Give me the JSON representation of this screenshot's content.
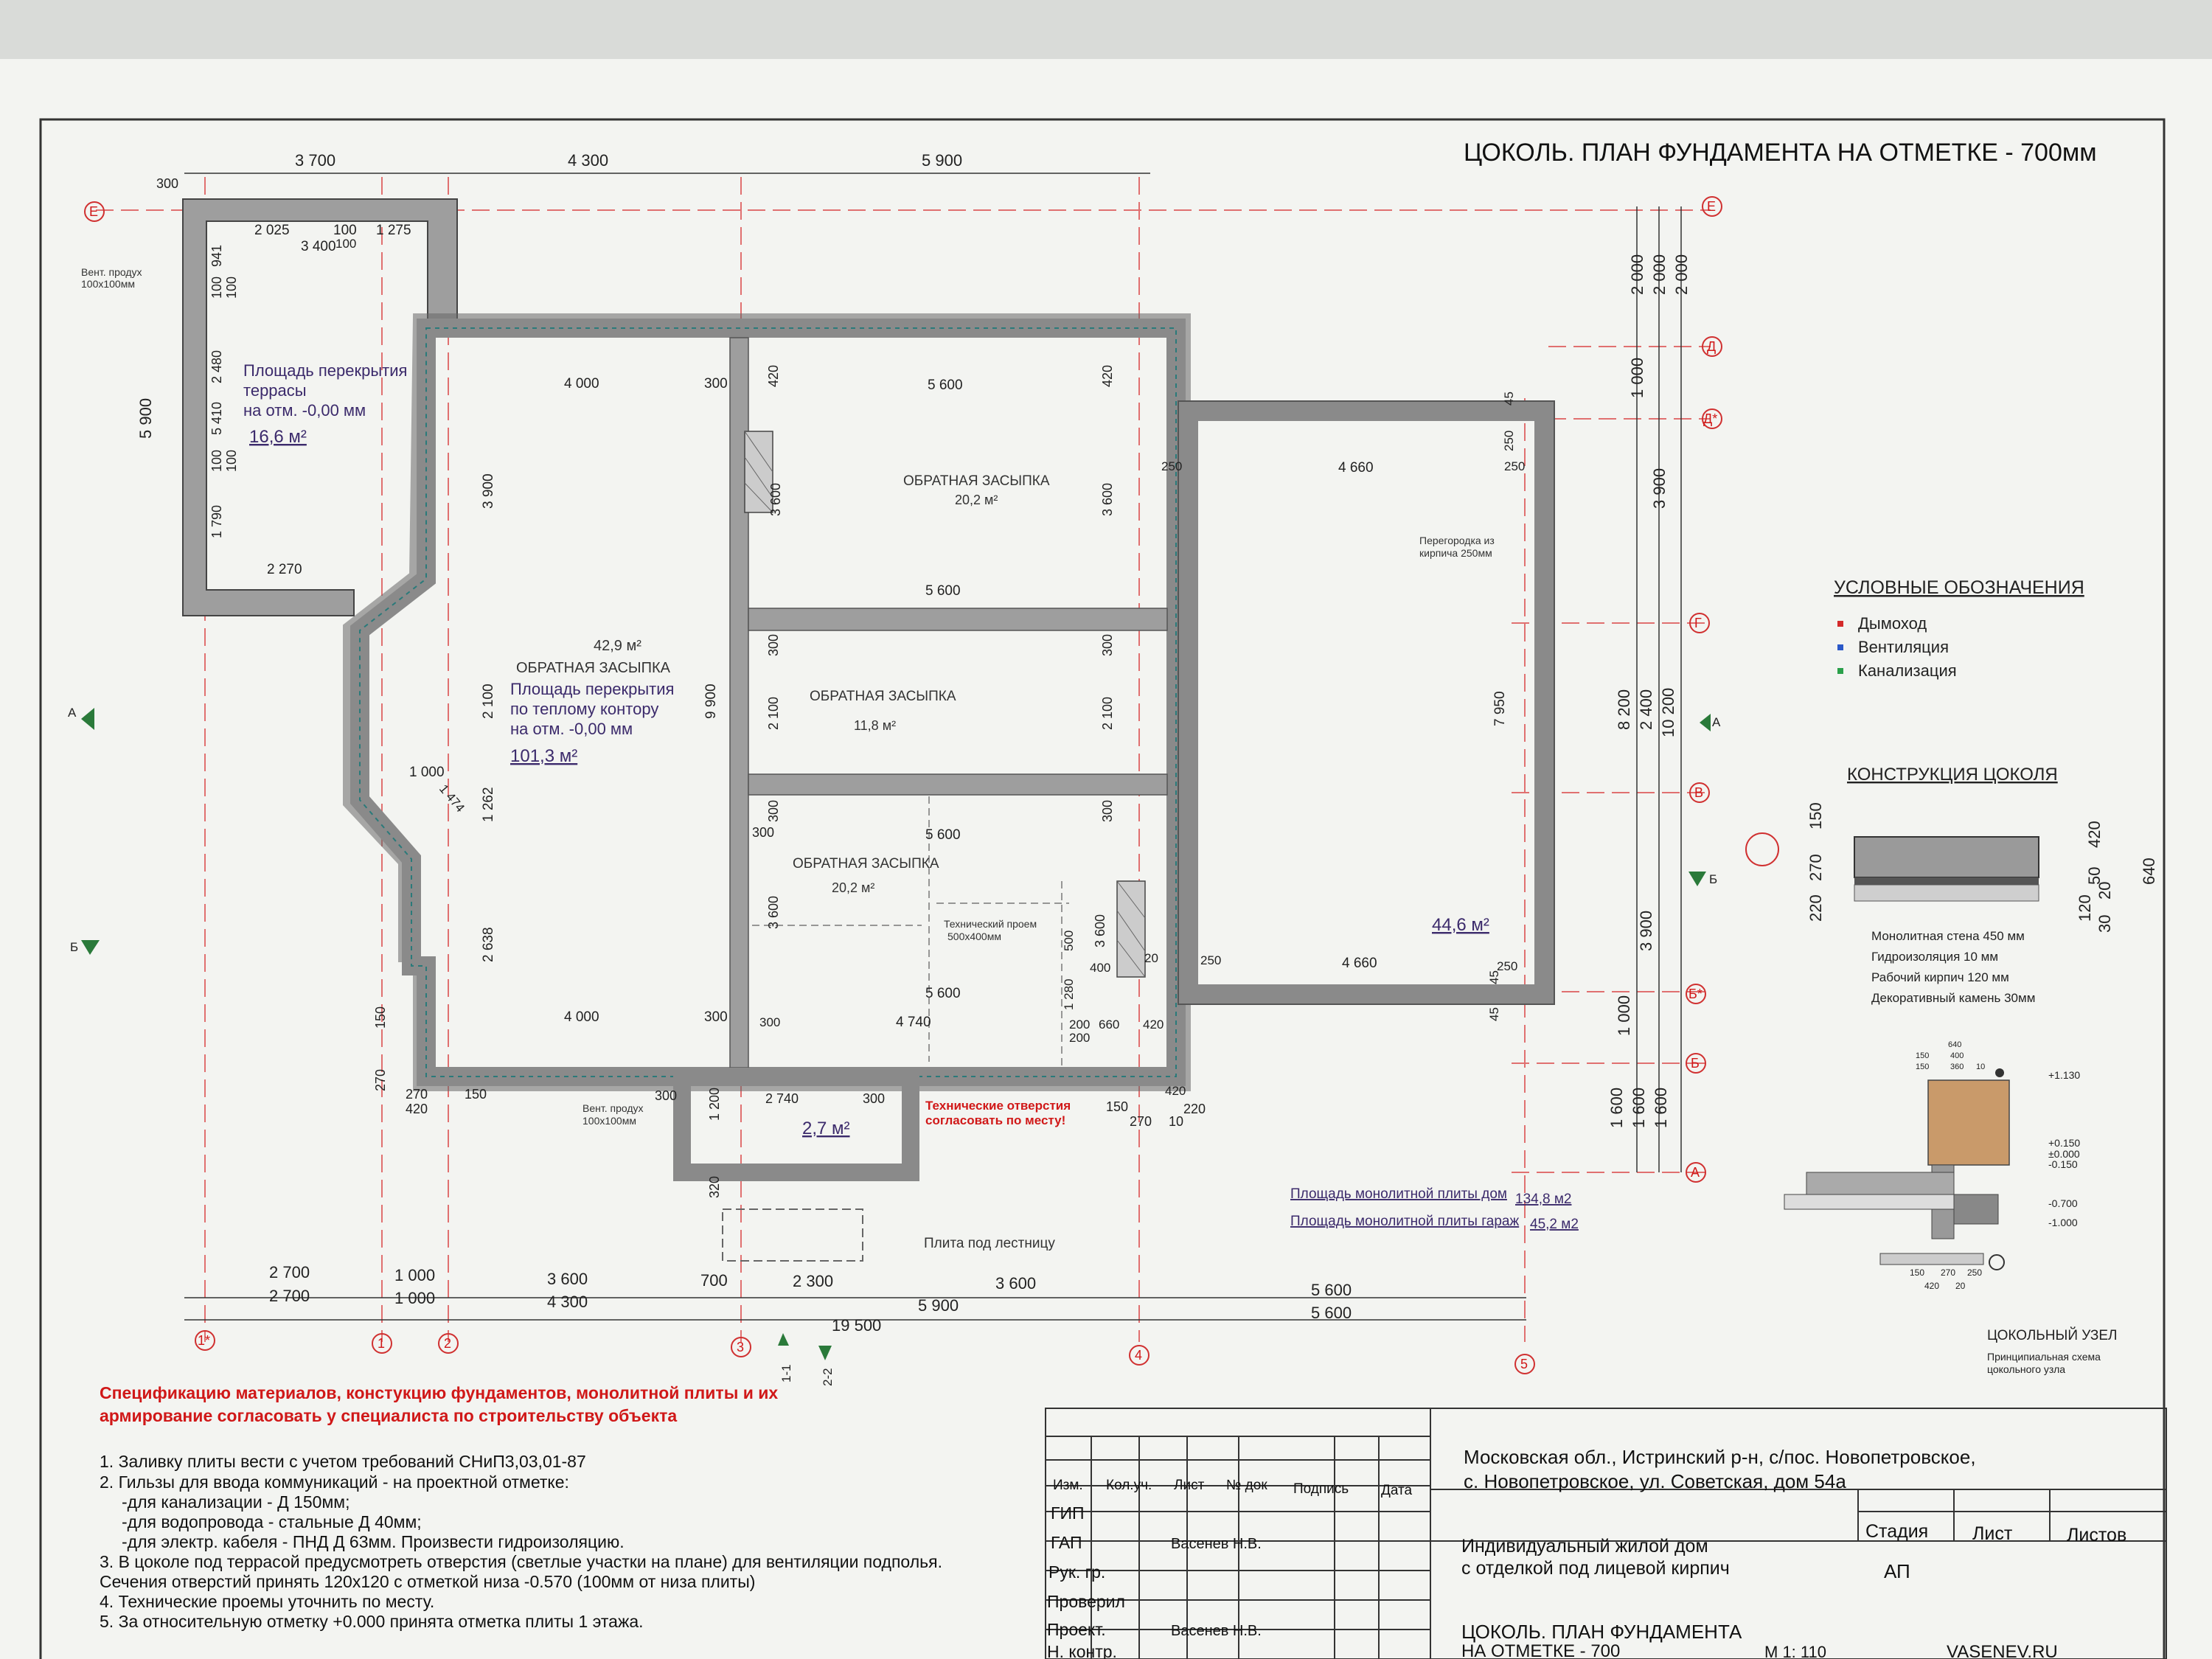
{
  "title": "ЦОКОЛЬ. ПЛАН ФУНДАМЕНТА НА ОТМЕТКЕ - 700мм",
  "top_dims": [
    "3 700",
    "4 300",
    "5 900",
    "300"
  ],
  "rooms": {
    "terrace_note": [
      "Площадь перекрытия",
      "террасы",
      "на отм. -0,00 мм"
    ],
    "terrace_area": "16,6 м²",
    "vent_1": [
      "Вент. продух",
      "100х100мм"
    ],
    "main_area_a": "42,9 м²",
    "main_fill": "ОБРАТНАЯ ЗАСЫПКА",
    "main_note": [
      "Площадь перекрытия",
      "по теплому контору",
      "на отм. -0,00 мм"
    ],
    "main_area_total": "101,3 м²",
    "room1_label": "ОБРАТНАЯ ЗАСЫПКА",
    "room1_area": "20,2 м²",
    "room2_label": "ОБРАТНАЯ ЗАСЫПКА",
    "room2_area": "11,8 м²",
    "room3_label": "ОБРАТНАЯ ЗАСЫПКА",
    "room3_area": "20,2 м²",
    "tech_opening": [
      "Технический проем",
      "500х400мм"
    ],
    "garage_partition": [
      "Перегородка из",
      "кирпича 250мм"
    ],
    "garage_area": "44,6 м²",
    "porch_area": "2,7 м²",
    "vent_2": [
      "Вент. продух",
      "100х100мм"
    ],
    "tech_holes_red": [
      "Технические отверстия",
      "согласовать по месту!"
    ],
    "stair_plate": "Плита под лестницу"
  },
  "inner_dims": {
    "terrace": [
      "2 025",
      "100",
      "1 275",
      "3 400",
      "100",
      "941",
      "100",
      "100",
      "2 480",
      "5 410",
      "100",
      "100",
      "1 790",
      "2 270",
      "5 900"
    ],
    "main": [
      "4 000",
      "300",
      "3 900",
      "2 100",
      "1 000",
      "1 474",
      "1 262",
      "2 638",
      "4 000",
      "300",
      "9 900",
      "150",
      "270",
      "270",
      "420",
      "150"
    ],
    "rooms_col": [
      "420",
      "5 600",
      "420",
      "3 600",
      "3 600",
      "5 600",
      "300",
      "300",
      "2 100",
      "2 100",
      "300",
      "300",
      "5 600",
      "300",
      "3 600",
      "3 600",
      "500",
      "400",
      "20",
      "5 600",
      "1 280",
      "4 740",
      "200",
      "660",
      "200",
      "420",
      "300"
    ],
    "porch": [
      "300",
      "1 200",
      "2 740",
      "300",
      "320",
      "420",
      "150",
      "270",
      "10",
      "220"
    ],
    "garage": [
      "45",
      "250",
      "250",
      "4 660",
      "250",
      "7 950",
      "250",
      "4 660",
      "250",
      "45",
      "45"
    ]
  },
  "right_dims": [
    "2 000",
    "2 000",
    "2 000",
    "1 000",
    "3 900",
    "8 200",
    "2 400",
    "10 200",
    "3 900",
    "1 000",
    "1 600",
    "1 600",
    "1 600"
  ],
  "axes_letters": [
    "Е",
    "Е",
    "Д",
    "Д*",
    "Г",
    "В",
    "Б*",
    "Б",
    "А"
  ],
  "axes_numbers": [
    "1*",
    "1",
    "2",
    "3",
    "4",
    "5"
  ],
  "section_marks": [
    "А",
    "А",
    "Б",
    "Б",
    "1-1",
    "2-2"
  ],
  "bottom_dims": [
    "2 700",
    "1 000",
    "3 600",
    "700",
    "2 300",
    "3 600",
    "5 600",
    "2 700",
    "1 000",
    "4 300",
    "5 900",
    "5 600",
    "19 500"
  ],
  "legend": {
    "title": "УСЛОВНЫЕ ОБОЗНАЧЕНИЯ",
    "items": [
      {
        "label": "Дымоход",
        "color": "#d42a2a"
      },
      {
        "label": "Вентиляция",
        "color": "#2a58c8"
      },
      {
        "label": "Канализация",
        "color": "#2aa04a"
      }
    ]
  },
  "plinth": {
    "title": "КОНСТРУКЦИЯ ЦОКОЛЯ",
    "dims_left": [
      "220",
      "270",
      "150"
    ],
    "dims_right": [
      "420",
      "50",
      "120",
      "20",
      "30"
    ],
    "dim_total": "640",
    "layers": [
      "Монолитная стена 450 мм",
      "Гидроизоляция 10 мм",
      "Рабочий кирпич 120 мм",
      "Декоративный камень 30мм"
    ]
  },
  "node": {
    "title": "ЦОКОЛЬНЫЙ УЗЕЛ",
    "subtitle": [
      "Принципиальная схема",
      "цокольного узла"
    ],
    "marks": [
      "+1.130",
      "+0.150",
      "±0.000",
      "-0.150",
      "-0.700",
      "-1.000"
    ],
    "top_dims": [
      "640",
      "150",
      "400",
      "150",
      "360",
      "10"
    ],
    "bottom_dims": [
      "150",
      "270",
      "250",
      "420",
      "20"
    ]
  },
  "slab_area": {
    "house_label": "Площадь монолитной плиты дом",
    "house_value": "134,8 м2",
    "garage_label": "Площадь монолитной плиты гараж",
    "garage_value": "45,2 м2"
  },
  "spec_red": [
    "Спецификацию материалов, констукцию фундаментов, монолитной плиты и их",
    "армирование согласовать у  специалиста по строительству объекта"
  ],
  "notes": [
    "1. Заливку плиты вести с учетом требований СНиП3,03,01-87",
    "2. Гильзы для ввода коммуникаций - на проектной отметке:",
    "    -для канализации - Д 150мм;",
    "    -для водопровода - стальные Д 40мм;",
    "    -для электр. кабеля - ПНД  Д 63мм.  Произвести гидроизоляцию.",
    "3. В цоколе под террасой предусмотреть отверстия (светлые участки на плане)  для вентиляции подполья.",
    "Сечения отверстий принять 120х120 с отметкой низа -0.570 (100мм от низа плиты)",
    "4. Технические проемы уточнить по месту.",
    "5.  За относительную отметку +0.000 принята отметка  плиты 1 этажа."
  ],
  "title_block": {
    "cols": [
      "Изм.",
      "Кол.уч.",
      "Лист",
      "№ док",
      "Подпись",
      "Дата"
    ],
    "roles": [
      "ГИП",
      "ГАП",
      "Рук. гр.",
      "Проверил",
      "Проект.",
      "Н. контр."
    ],
    "names": [
      "Васенев Н.В.",
      "Васенев Н.В."
    ],
    "address": [
      "Московская обл., Истринский р-н, с/пос. Новопетровское,",
      "с. Новопетровское, ул. Советская, дом 54а"
    ],
    "project": [
      "Индивидуальный жилой дом",
      "с отделкой под лицевой кирпич"
    ],
    "stage_headers": [
      "Стадия",
      "Лист",
      "Листов"
    ],
    "stage": "АП",
    "sheet_title": [
      "ЦОКОЛЬ. ПЛАН ФУНДАМЕНТА",
      "НА ОТМЕТКЕ - 700"
    ],
    "scale": "М 1: 110",
    "site": "VASENEV.RU"
  }
}
